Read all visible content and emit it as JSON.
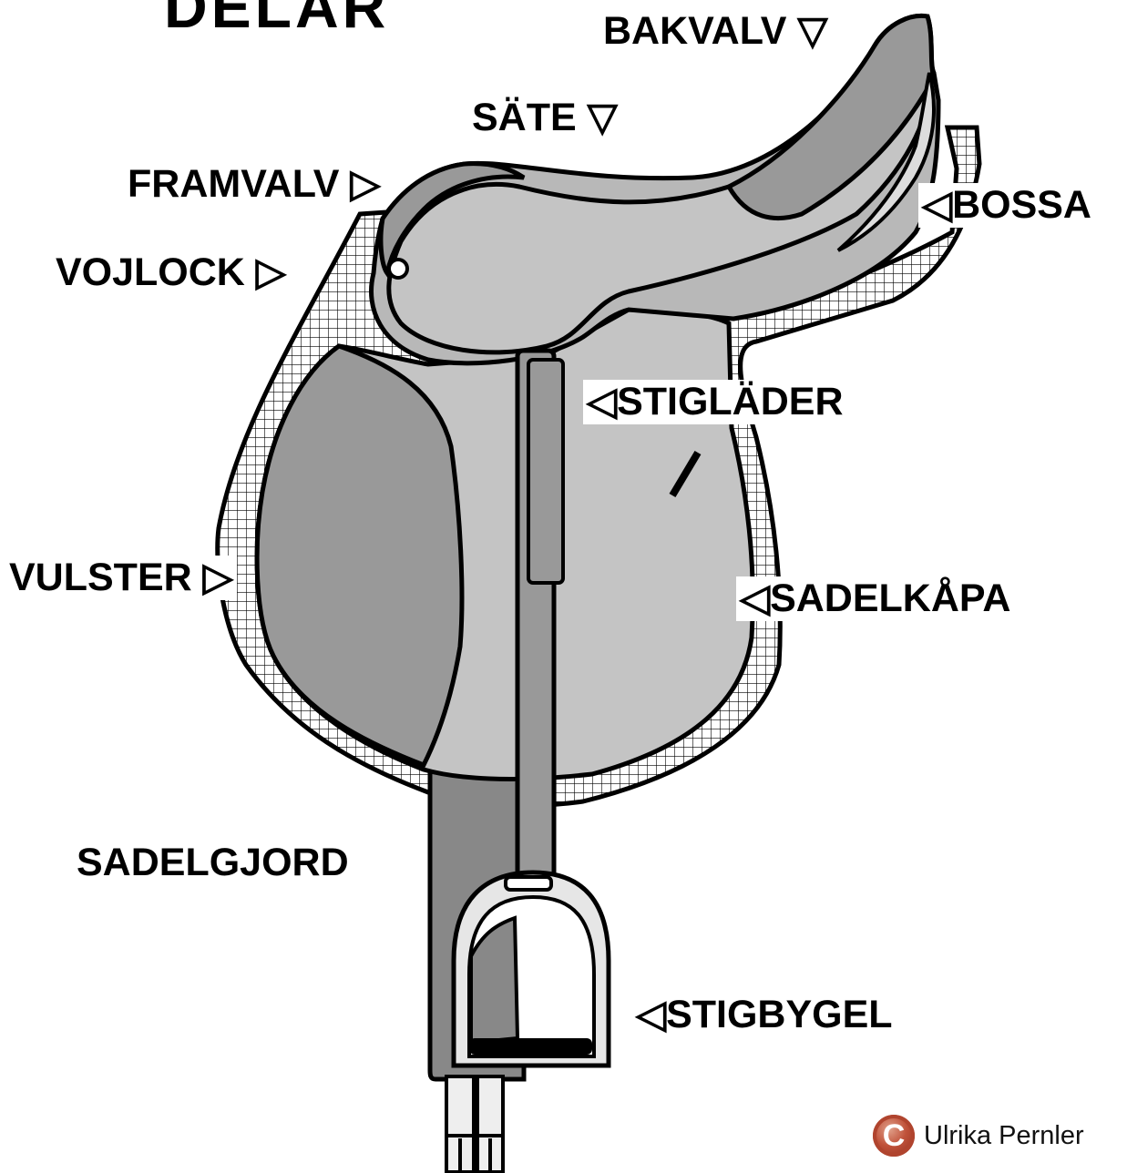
{
  "title_fragment": "DELAR",
  "labels": {
    "bakvalv": "BAKVALV ▽",
    "sate": "SÄTE ▽",
    "framvalv": "FRAMVALV ▷",
    "vojlock": "VOJLOCK ▷",
    "bossa": "◁BOSSA",
    "stiglader": "◁STIGLÄDER",
    "vulster": "VULSTER ▷",
    "sadelkapa": "◁SADELKÅPA",
    "sadelgjord": "SADELGJORD",
    "stigbygel": "◁STIGBYGEL"
  },
  "copyright": {
    "icon": "copyright-icon",
    "symbol": "C",
    "text": "Ulrika Pernler"
  },
  "colors": {
    "saddle_dark": "#999999",
    "saddle_mid": "#b0b0b0",
    "saddle_light": "#c4c4c4",
    "girth": "#888888",
    "outline": "#000000",
    "pad_pattern": "#000000"
  }
}
